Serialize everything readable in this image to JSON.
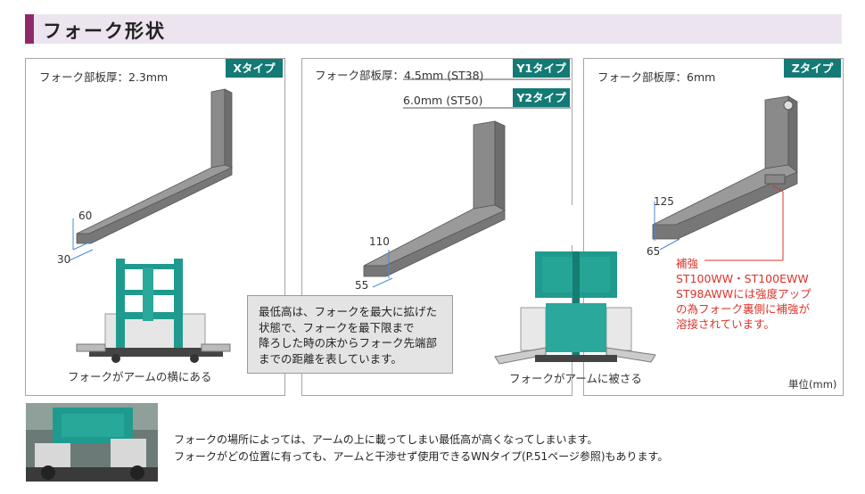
{
  "header": {
    "title": "フォーク形状"
  },
  "panels": {
    "x": {
      "badge": "Xタイプ",
      "thickness": "フォーク部板厚：2.3mm",
      "dim_height": "60",
      "dim_width": "30",
      "caption": "フォークがアームの横にある"
    },
    "y": {
      "badge1": "Y1タイプ",
      "badge2": "Y2タイプ",
      "thickness1": "フォーク部板厚：4.5mm (ST38)",
      "thickness2": "6.0mm (ST50)",
      "dim_height": "110",
      "dim_width": "55",
      "caption": "フォークがアームに被さる"
    },
    "z": {
      "badge": "Zタイプ",
      "thickness": "フォーク部板厚：6mm",
      "dim_height": "125",
      "dim_width": "65",
      "reinforce_label": "補強",
      "reinforce_lines": [
        "ST100WW・ST100EWW",
        "ST98AWWには強度アップ",
        "の為フォーク裏側に補強が",
        "溶接されています。"
      ],
      "unit": "単位(mm)"
    }
  },
  "note": {
    "lines": [
      "最低高は、フォークを最大に拡げた",
      "状態で、フォークを最下限まで",
      "降ろした時の床からフォーク先端部",
      "までの距離を表しています。"
    ]
  },
  "bottom": {
    "line1": "フォークの場所によっては、アームの上に載ってしまい最低高が高くなってしまいます。",
    "line2": "フォークがどの位置に有っても、アームと干渉せず使用できるWNタイプ(P.51ページ参照)もあります。"
  },
  "colors": {
    "accent": "#8e2a6b",
    "badge": "#137a75",
    "warning": "#d9342b",
    "machine": "#1f9a8e"
  }
}
